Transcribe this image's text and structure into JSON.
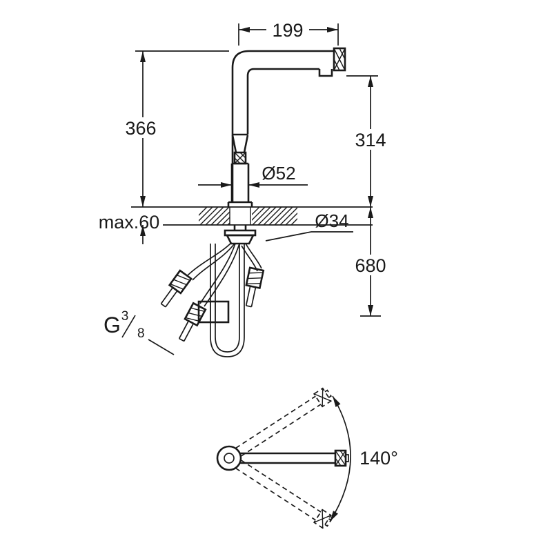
{
  "drawing": {
    "type": "technical-dimension-drawing",
    "subject": "kitchen-faucet-pull-out-spout",
    "colors": {
      "line": "#1a1a1a",
      "background": "#ffffff"
    }
  },
  "dimensions": {
    "spout_reach": "199",
    "height_left": "366",
    "height_right": "314",
    "body_diameter": "Ø52",
    "counter_thickness": "max.60",
    "hole_diameter": "Ø34",
    "hose_length": "680",
    "swivel_angle": "140°"
  },
  "thread": {
    "letter": "G",
    "numerator": "3",
    "denominator": "8"
  }
}
